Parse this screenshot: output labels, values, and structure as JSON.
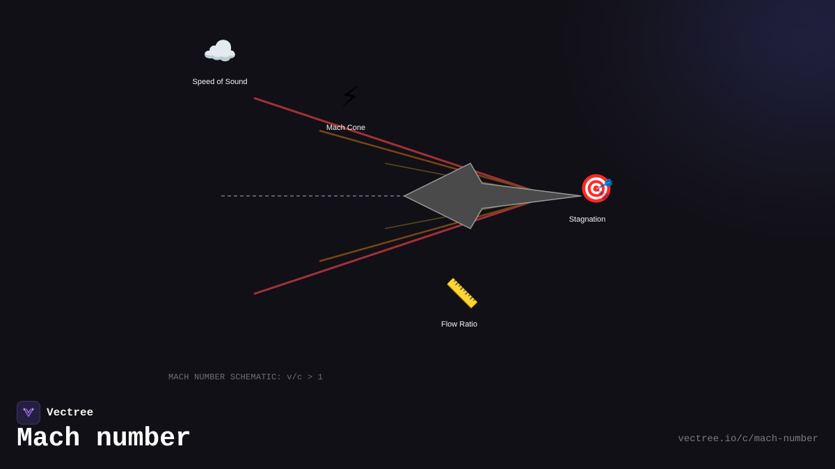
{
  "diagram": {
    "nodes": [
      {
        "id": "speed-of-sound",
        "label": "Speed of Sound",
        "icon": "cloud-icon",
        "glyph": "☁️"
      },
      {
        "id": "mach-cone",
        "label": "Mach Cone",
        "icon": "lightning-icon",
        "glyph": "⚡"
      },
      {
        "id": "stagnation",
        "label": "Stagnation",
        "icon": "target-icon",
        "glyph": "🎯"
      },
      {
        "id": "flow-ratio",
        "label": "Flow Ratio",
        "icon": "ruler-icon",
        "glyph": "📏"
      }
    ],
    "caption": "MACH NUMBER SCHEMATIC: v/c > 1"
  },
  "brand": {
    "name": "Vectree",
    "title": "Mach number",
    "url": "vectree.io/c/mach-number"
  },
  "colors": {
    "background": "#111016",
    "outer_shock": "#a3303a",
    "inner_shock": "#7a4515",
    "faint_shock": "#5a4a1e",
    "body_fill": "#4a4a4a",
    "body_stroke": "#9a9a9a",
    "accent": "#8a5bd6"
  }
}
